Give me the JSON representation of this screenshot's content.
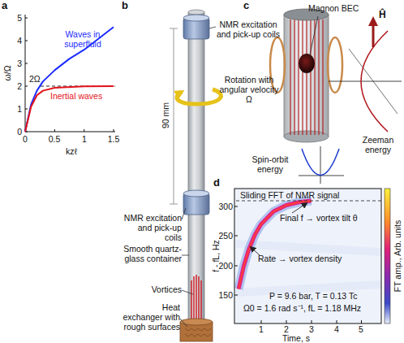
{
  "diagram": {
    "labels": [
      "a",
      "ω/Ω",
      "0",
      "1",
      "2",
      "3",
      "4",
      "5",
      "0",
      "0.5",
      "1",
      "1.5",
      "kzℓ",
      "2Ω",
      "Waves in superfluid",
      "Inertial waves",
      "b",
      "NMR excitation and pick-up coils",
      "Rotation with angular velocity Ω",
      "90 mm",
      "NMR excitation and pick-up coils",
      "Smooth quartz-glass container",
      "Vortices",
      "Heat exchanger with rough surfaces",
      "c",
      "Magnon BEC",
      "Ĥ",
      "Spin-orbit energy",
      "Zeeman energy",
      "d",
      "Sliding FFT of NMR signal",
      "f - fL, Hz",
      "300",
      "250",
      "200",
      "150",
      "Final f → vortex tilt θ",
      "Rate → vortex density",
      "P = 9.6 bar, T = 0.13 Tc",
      "Ω0 = 1.6 rad s⁻¹, fL = 1.18 MHz",
      "1",
      "2",
      "3",
      "4",
      "5",
      "Time, s",
      "FT amp., Arb. units"
    ]
  }
}
